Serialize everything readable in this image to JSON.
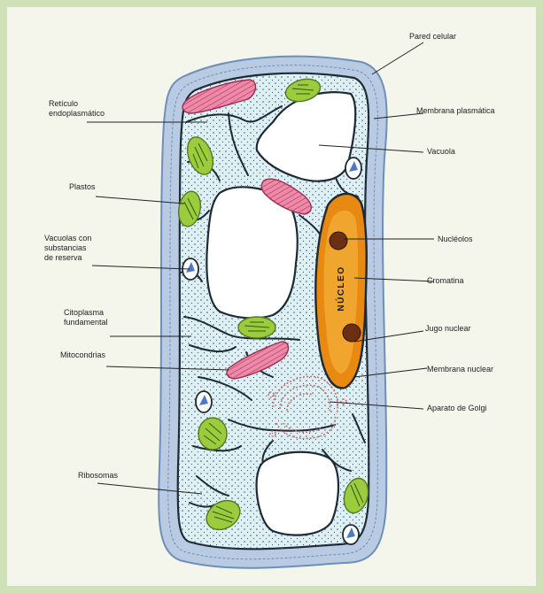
{
  "labels": {
    "pared_celular": "Pared celular",
    "membrana_plasmatica": "Membrana plasmática",
    "vacuola": "Vacuola",
    "reticulo_1": "Retículo",
    "reticulo_2": "endoplasmático",
    "plastos": "Plastos",
    "vacuolas_1": "Vacuolas con",
    "vacuolas_2": "substancias",
    "vacuolas_3": "de reserva",
    "nucleolos": "Nucléolos",
    "cromatina": "Cromatina",
    "citoplasma_1": "Citoplasma",
    "citoplasma_2": "fundamental",
    "jugo_nuclear": "Jugo nuclear",
    "mitocondrias": "Mitocondrias",
    "membrana_nuclear": "Membrana nuclear",
    "aparato_golgi": "Aparato de Golgi",
    "ribosomas": "Ribosomas",
    "nucleo_word": "NÚCLEO"
  },
  "colors": {
    "wall": "#b9cbe2",
    "cytoplasm": "#dff0f4",
    "vacuole": "#ffffff",
    "nucleus": "#e88a12",
    "mitochondria": "#e87fa0",
    "plastid": "#9ccc3e"
  }
}
